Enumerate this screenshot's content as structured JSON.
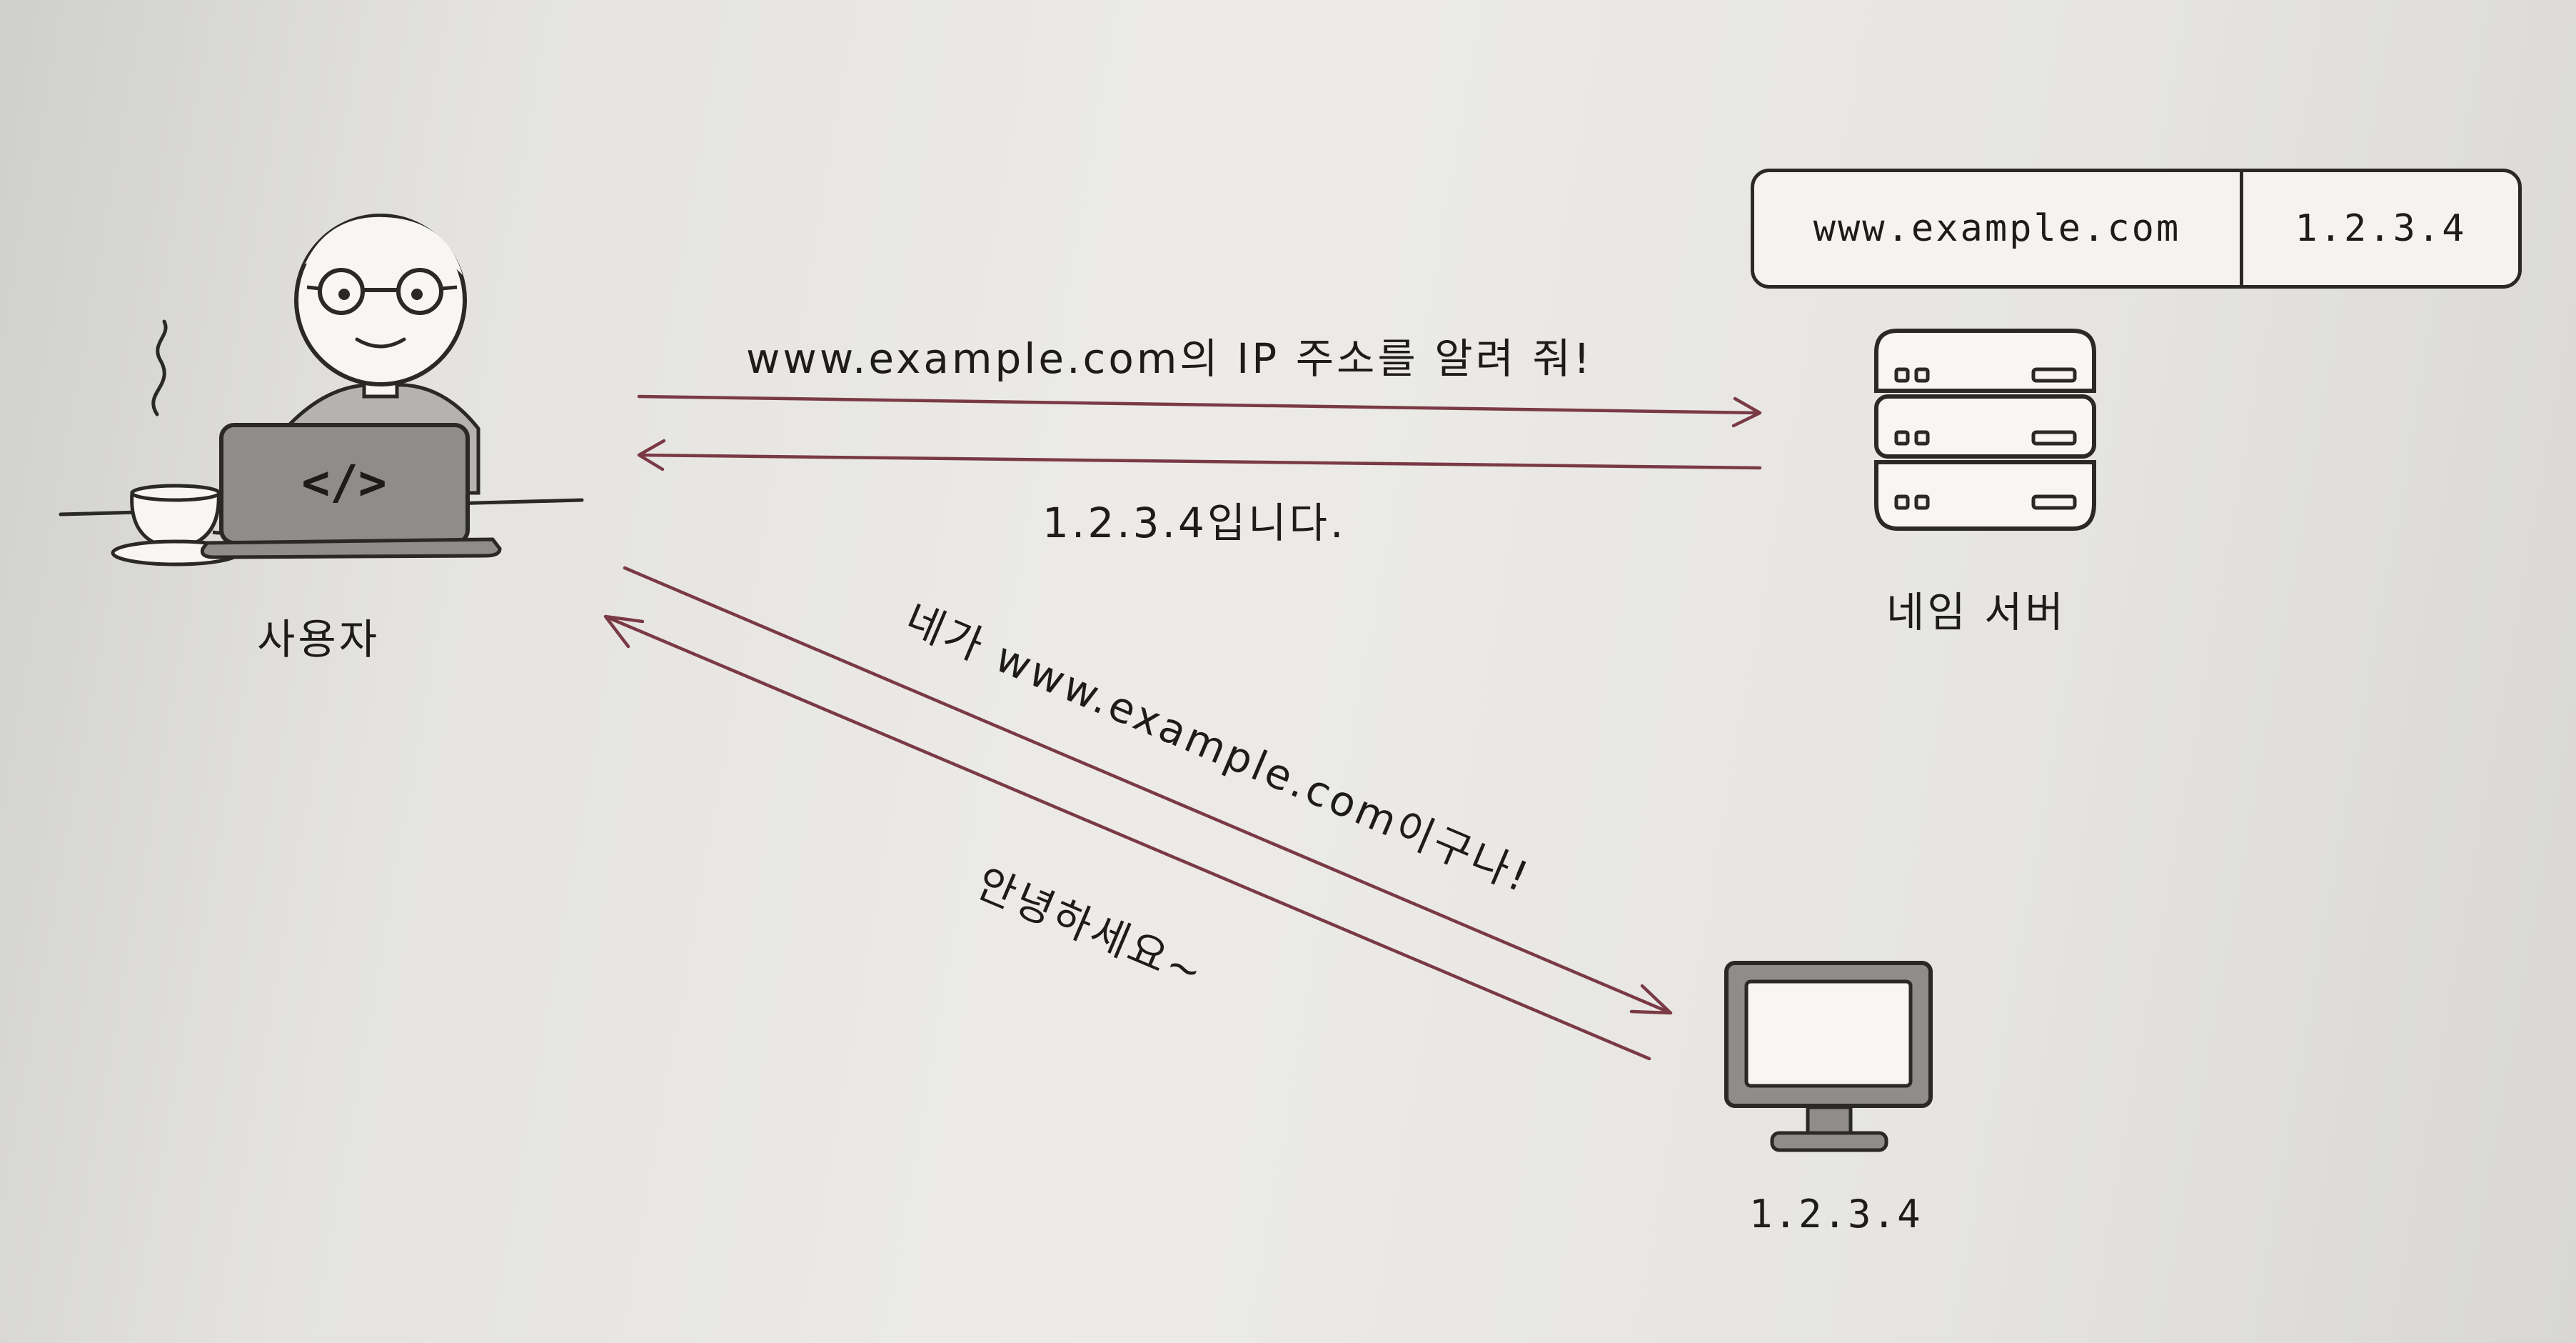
{
  "user": {
    "label": "사용자",
    "laptop_symbol": "</>"
  },
  "name_server": {
    "label": "네임 서버"
  },
  "dns_table": {
    "domain": "www.example.com",
    "ip": "1.2.3.4"
  },
  "web_server": {
    "label": "1.2.3.4"
  },
  "messages": {
    "query": "www.example.com의 IP 주소를 알려 줘!",
    "answer": "1.2.3.4입니다.",
    "request": "네가 www.example.com이구나!",
    "greeting": "안녕하세요~"
  },
  "colors": {
    "arrow": "#7a3a45",
    "ink": "#2b2828"
  }
}
